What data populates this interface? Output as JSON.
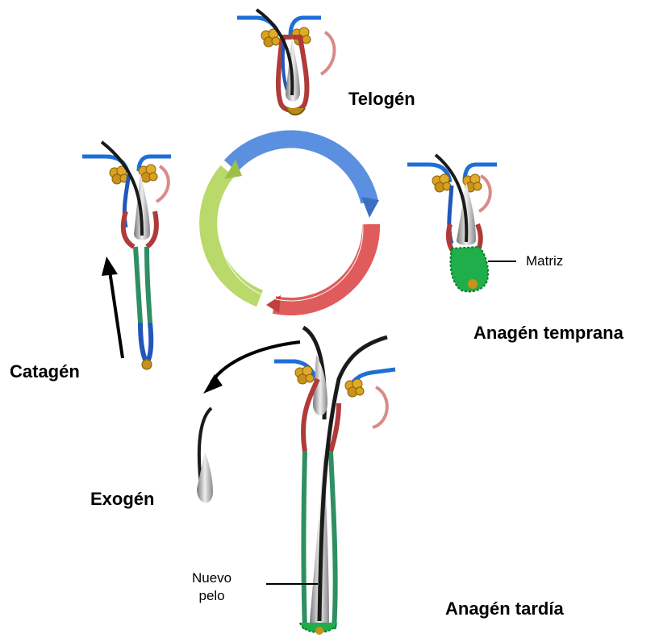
{
  "stages": {
    "telogen": "Telogén",
    "anagen_temprana": "Anagén temprana",
    "catagen": "Catagén",
    "exogen": "Exogén",
    "anagen_tardia": "Anagén tardía"
  },
  "annotations": {
    "matriz": "Matriz",
    "nuevo_pelo_line1": "Nuevo",
    "nuevo_pelo_line2": "pelo"
  },
  "colors": {
    "hair": "#1a1a1a",
    "epidermis": "#1e6fd6",
    "inner_sheath": "#2356b8",
    "outer_root_sheath": "#b03a3a",
    "lower_sheath": "#2f8f63",
    "matrix": "#1fae4a",
    "sebaceous_gland": "#d9a21f",
    "arrector_muscle": "#d98a8a",
    "cycle_blue": "#5b8fe0",
    "cycle_red": "#e05c5c",
    "cycle_green": "#b9d96a"
  }
}
